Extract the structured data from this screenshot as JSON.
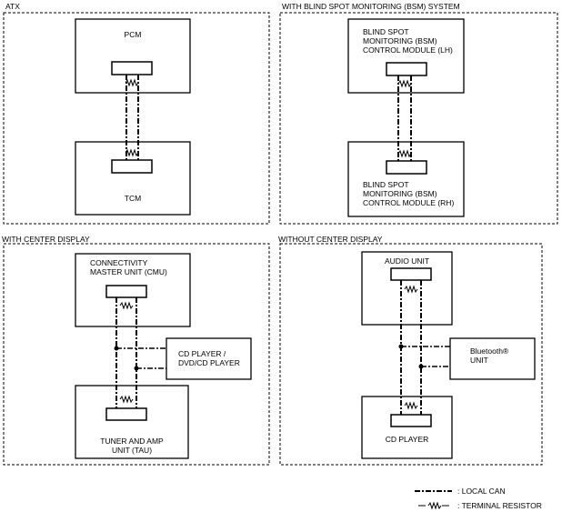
{
  "panels": {
    "atx": {
      "title": "ATX",
      "upper_module": "PCM",
      "lower_module": "TCM"
    },
    "bsm": {
      "title": "WITH BLIND SPOT MONITORING (BSM) SYSTEM",
      "upper_module": "BLIND SPOT\nMONITORING (BSM)\nCONTROL MODULE (LH)",
      "lower_module": "BLIND SPOT\nMONITORING (BSM)\nCONTROL MODULE (RH)"
    },
    "center_display": {
      "title": "WITH CENTER DISPLAY",
      "upper_module": "CONNECTIVITY\nMASTER UNIT (CMU)",
      "side_module": "CD PLAYER /\nDVD/CD PLAYER",
      "lower_module": "TUNER AND AMP\nUNIT (TAU)"
    },
    "no_center_display": {
      "title": "WITHOUT CENTER DISPLAY",
      "upper_module": "AUDIO UNIT",
      "side_module": "Bluetooth®\nUNIT",
      "lower_module": "CD PLAYER"
    }
  },
  "legend": {
    "local_can": ": LOCAL CAN",
    "terminal_resistor": ": TERMINAL RESISTOR"
  },
  "colors": {
    "line": "#000000",
    "background": "#ffffff"
  }
}
